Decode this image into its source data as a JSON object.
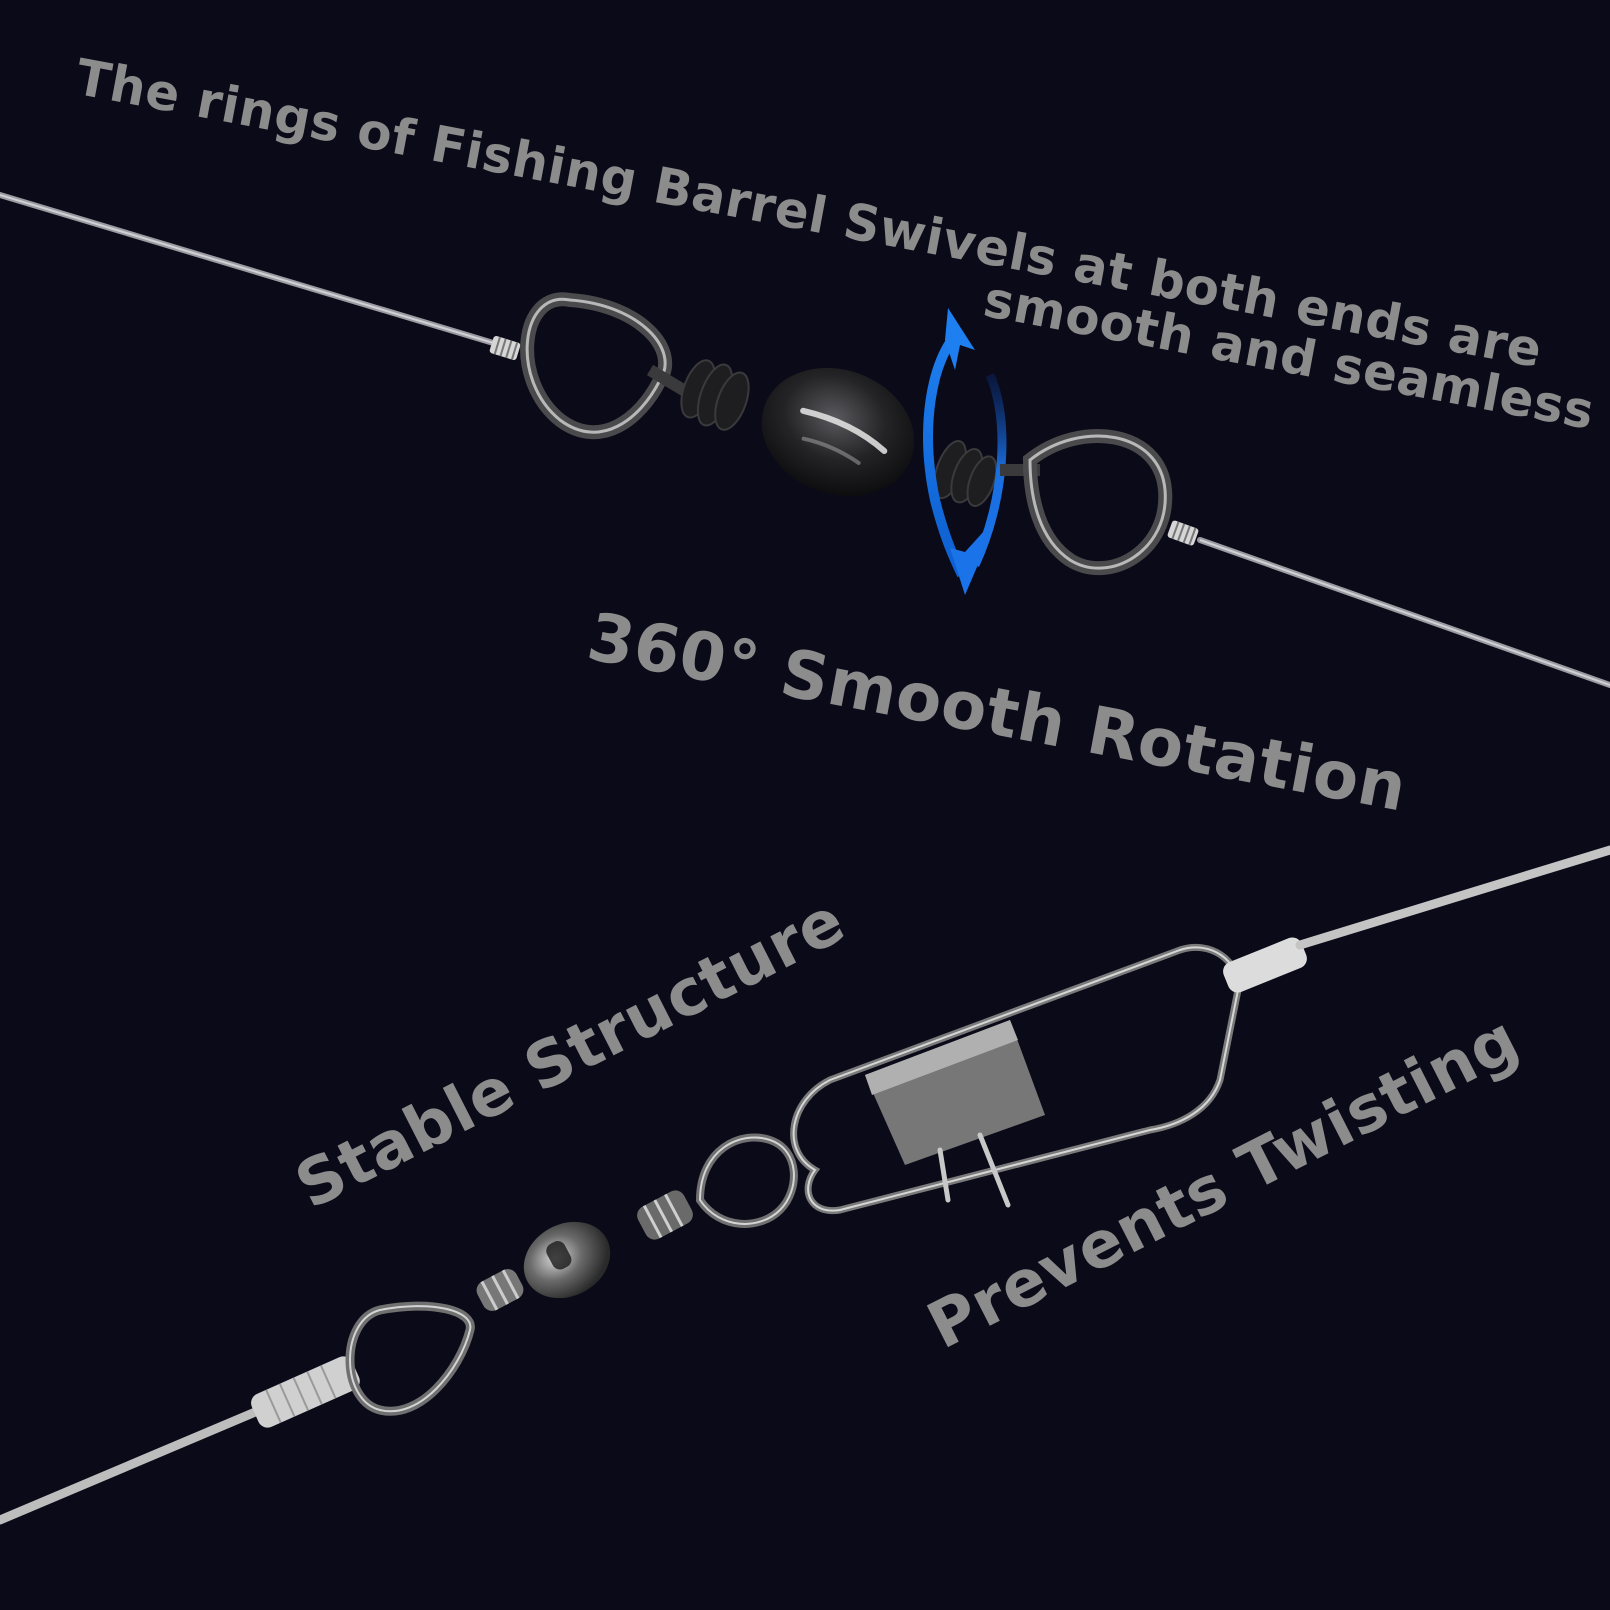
{
  "captions": {
    "rings_line1": "The rings of Fishing Barrel Swivels at both ends are",
    "rings_line2": "smooth and seamless",
    "rotation": "360° Smooth Rotation",
    "stable": "Stable Structure",
    "prevents": "Prevents Twisting"
  },
  "icons": {
    "rotation_arrow": "rotation-arrow-icon"
  },
  "colors": {
    "background": "#0b0a18",
    "caption_text": "#8c8c8c",
    "rotation_arrow": "#1a73e8",
    "fishing_line": "#c8c8cc",
    "swivel_black": "#1c1c1e",
    "swivel_steel": "#8a8a8a"
  }
}
